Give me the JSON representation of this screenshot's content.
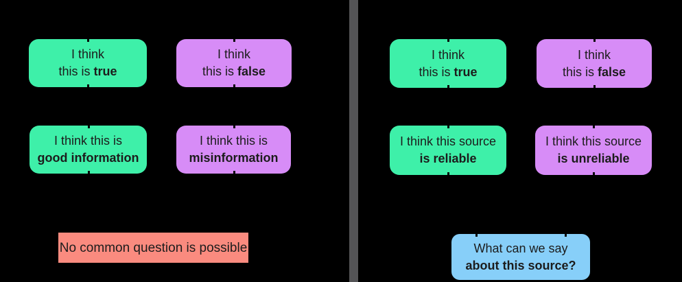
{
  "colors": {
    "background": "#000000",
    "agree_green": "#3EF0A9",
    "disagree_purple": "#D78CF7",
    "no_common_salmon": "#FA8B7F",
    "question_blue": "#87CFF9",
    "divider_gray": "#545456",
    "text_dark": "#1C1C1C"
  },
  "left_panel": {
    "boxes": [
      {
        "line1": "I think",
        "line2_regular": "this is ",
        "line2_bold": "true"
      },
      {
        "line1": "I think",
        "line2_regular": "this is ",
        "line2_bold": "false"
      },
      {
        "line1": "I think this is",
        "line2_regular": "",
        "line2_bold": "good information"
      },
      {
        "line1": "I think this is",
        "line2_regular": "",
        "line2_bold": "misinformation"
      }
    ],
    "conclusion": {
      "text": "No common question is possible"
    }
  },
  "right_panel": {
    "boxes": [
      {
        "line1": "I think",
        "line2_regular": "this is ",
        "line2_bold": "true"
      },
      {
        "line1": "I think",
        "line2_regular": "this is ",
        "line2_bold": "false"
      },
      {
        "line1": "I think this source",
        "line2_regular": "",
        "line2_bold": "is reliable"
      },
      {
        "line1": "I think this source",
        "line2_regular": "",
        "line2_bold": "is unreliable"
      }
    ],
    "conclusion": {
      "line1": "What can we say",
      "line2_bold": "about this source?"
    }
  }
}
